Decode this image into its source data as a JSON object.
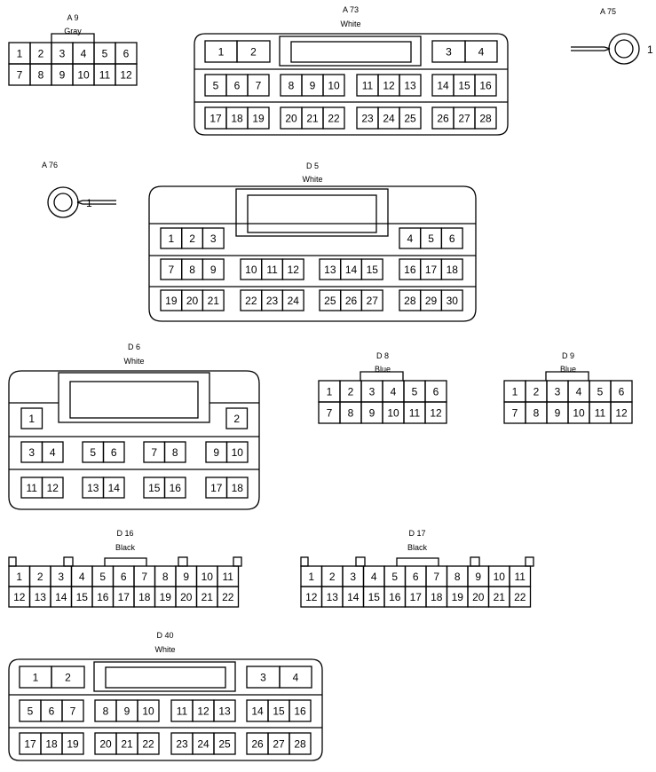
{
  "connectors": [
    {
      "id": "a9",
      "name": "A 9",
      "color": "Gray",
      "pins": [
        "1",
        "2",
        "3",
        "4",
        "5",
        "6",
        "7",
        "8",
        "9",
        "10",
        "11",
        "12"
      ]
    },
    {
      "id": "a73",
      "name": "A 73",
      "color": "White",
      "pins": [
        "1",
        "2",
        "3",
        "4",
        "5",
        "6",
        "7",
        "8",
        "9",
        "10",
        "11",
        "12",
        "13",
        "14",
        "15",
        "16",
        "17",
        "18",
        "19",
        "20",
        "21",
        "22",
        "23",
        "24",
        "25",
        "26",
        "27",
        "28"
      ]
    },
    {
      "id": "a75",
      "name": "A 75",
      "color": "",
      "pins": [
        "1"
      ]
    },
    {
      "id": "a76",
      "name": "A 76",
      "color": "",
      "pins": [
        "1"
      ]
    },
    {
      "id": "d5",
      "name": "D 5",
      "color": "White",
      "pins": [
        "1",
        "2",
        "3",
        "4",
        "5",
        "6",
        "7",
        "8",
        "9",
        "10",
        "11",
        "12",
        "13",
        "14",
        "15",
        "16",
        "17",
        "18",
        "19",
        "20",
        "21",
        "22",
        "23",
        "24",
        "25",
        "26",
        "27",
        "28",
        "29",
        "30"
      ]
    },
    {
      "id": "d6",
      "name": "D 6",
      "color": "White",
      "pins": [
        "1",
        "2",
        "3",
        "4",
        "5",
        "6",
        "7",
        "8",
        "9",
        "10",
        "11",
        "12",
        "13",
        "14",
        "15",
        "16",
        "17",
        "18"
      ]
    },
    {
      "id": "d8",
      "name": "D 8",
      "color": "Blue",
      "pins": [
        "1",
        "2",
        "3",
        "4",
        "5",
        "6",
        "7",
        "8",
        "9",
        "10",
        "11",
        "12"
      ]
    },
    {
      "id": "d9",
      "name": "D 9",
      "color": "Blue",
      "pins": [
        "1",
        "2",
        "3",
        "4",
        "5",
        "6",
        "7",
        "8",
        "9",
        "10",
        "11",
        "12"
      ]
    },
    {
      "id": "d16",
      "name": "D 16",
      "color": "Black",
      "pins": [
        "1",
        "2",
        "3",
        "4",
        "5",
        "6",
        "7",
        "8",
        "9",
        "10",
        "11",
        "12",
        "13",
        "14",
        "15",
        "16",
        "17",
        "18",
        "19",
        "20",
        "21",
        "22"
      ]
    },
    {
      "id": "d17",
      "name": "D 17",
      "color": "Black",
      "pins": [
        "1",
        "2",
        "3",
        "4",
        "5",
        "6",
        "7",
        "8",
        "9",
        "10",
        "11",
        "12",
        "13",
        "14",
        "15",
        "16",
        "17",
        "18",
        "19",
        "20",
        "21",
        "22"
      ]
    },
    {
      "id": "d40",
      "name": "D 40",
      "color": "White",
      "pins": [
        "1",
        "2",
        "3",
        "4",
        "5",
        "6",
        "7",
        "8",
        "9",
        "10",
        "11",
        "12",
        "13",
        "14",
        "15",
        "16",
        "17",
        "18",
        "19",
        "20",
        "21",
        "22",
        "23",
        "24",
        "25",
        "26",
        "27",
        "28"
      ]
    }
  ]
}
